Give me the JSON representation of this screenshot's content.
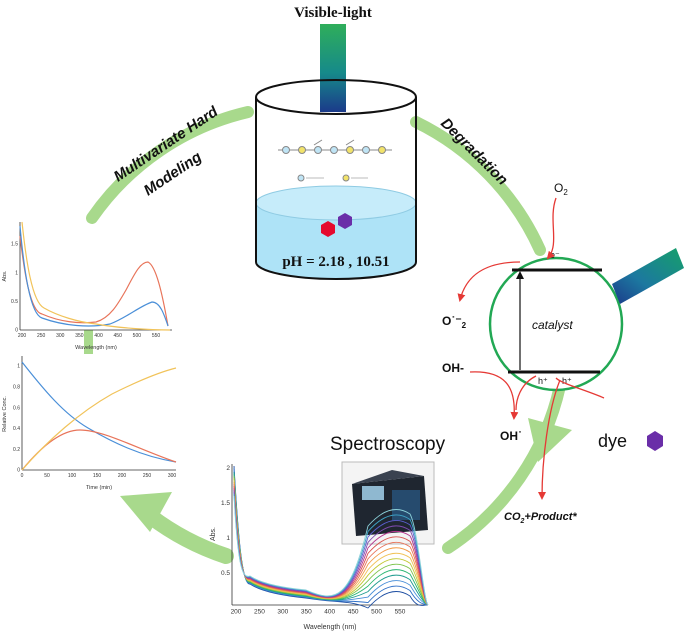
{
  "title": "Visible-light",
  "beaker": {
    "ph_label": "pH = 2.18 , 10.51"
  },
  "labels": {
    "mhm": "Multivariate Hard Modeling",
    "degradation": "Degradation",
    "spectroscopy": "Spectroscopy",
    "o2": "O",
    "o2_sub": "2",
    "superoxide": "O˙⁻",
    "superoxide_sub": "2",
    "e_minus": "e⁻",
    "catalyst": "catalyst",
    "oh_minus": "OH-",
    "h_plus": "h⁺",
    "oh_radical": "OH˙",
    "dye": "dye",
    "products_prefix": "CO",
    "products_sub": "2",
    "products_suffix": "+Product*"
  },
  "colors": {
    "cycle_arrow": "#9fd57f",
    "circle_border": "#22a854",
    "red_arrow": "#e53935",
    "water": "#aee3f7",
    "dye_red": "#e5092d",
    "dye_purple": "#6a2ea8",
    "beam_top": "#1a9a6e",
    "beam_bottom": "#1b3a8a"
  },
  "plots": {
    "spectra_small": {
      "xlabel": "Wavelength (nm)",
      "ylabel": "Abs.",
      "xticks": [
        "200",
        "250",
        "300",
        "350",
        "400",
        "450",
        "500",
        "550"
      ],
      "yticks": [
        "0",
        "0.5",
        "1",
        "1.5"
      ]
    },
    "concentration": {
      "xlabel": "Time (min)",
      "ylabel": "Relative Conc.",
      "xticks": [
        "0",
        "50",
        "100",
        "150",
        "200",
        "250",
        "300"
      ],
      "yticks": [
        "0",
        "0.2",
        "0.4",
        "0.6",
        "0.8",
        "1"
      ]
    },
    "spectra_big": {
      "xlabel": "Wavelength (nm)",
      "ylabel": "Abs.",
      "xticks": [
        "200",
        "250",
        "300",
        "350",
        "400",
        "450",
        "500",
        "550"
      ],
      "yticks": [
        "0.5",
        "1",
        "1.5",
        "2"
      ]
    }
  }
}
